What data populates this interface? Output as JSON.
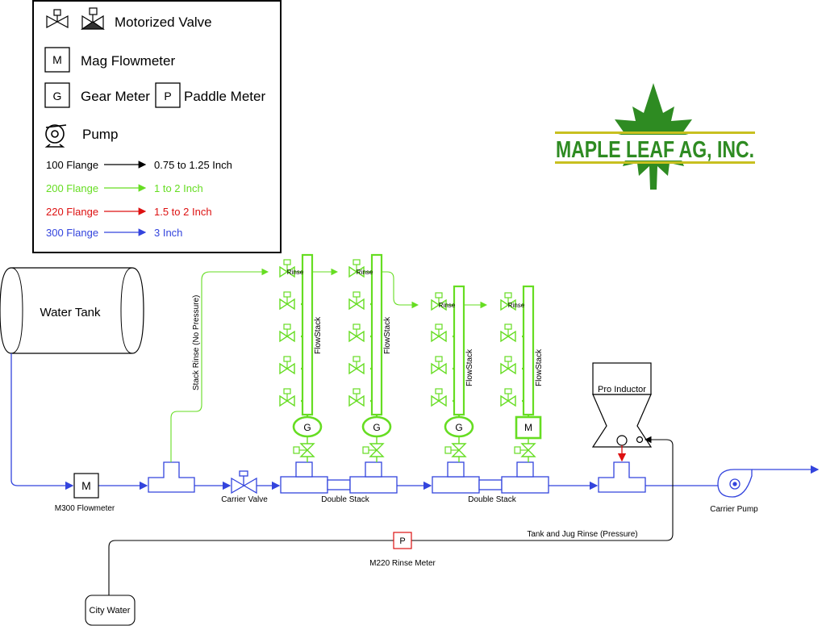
{
  "legend": {
    "motorized_valve": "Motorized Valve",
    "mag_symbol": "M",
    "mag_flowmeter": "Mag Flowmeter",
    "gear_symbol": "G",
    "gear_meter": "Gear Meter",
    "paddle_symbol": "P",
    "paddle_meter": "Paddle Meter",
    "pump": "Pump",
    "flanges": [
      {
        "name": "100 Flange",
        "size": "0.75 to 1.25 Inch",
        "color": "#000000"
      },
      {
        "name": "200 Flange",
        "size": "1 to 2 Inch",
        "color": "#66dd22"
      },
      {
        "name": "220 Flange",
        "size": "1.5 to 2 Inch",
        "color": "#dd1111"
      },
      {
        "name": "300 Flange",
        "size": "3 Inch",
        "color": "#3344dd"
      }
    ]
  },
  "logo": {
    "text": "MAPLE LEAF AG, INC.",
    "color": "#2e8b22",
    "band_color": "#c8c020"
  },
  "diagram": {
    "water_tank": "Water Tank",
    "m300_symbol": "M",
    "m300": "M300 Flowmeter",
    "stack_rinse": "Stack Rinse (No Pressure)",
    "carrier_valve": "Carrier Valve",
    "double_stack_1": "Double Stack",
    "double_stack_2": "Double Stack",
    "rinse_labels": [
      "Rinse",
      "Rinse",
      "Rinse",
      "Rinse"
    ],
    "flowstack_labels": [
      "FlowStack",
      "FlowStack",
      "FlowStack",
      "FlowStack"
    ],
    "meter_symbols": [
      "G",
      "G",
      "G",
      "M"
    ],
    "pro_inductor": "Pro Inductor",
    "carrier_pump": "Carrier Pump",
    "tank_jug_rinse": "Tank and Jug Rinse (Pressure)",
    "m220_symbol": "P",
    "m220": "M220 Rinse Meter",
    "city_water": "City Water"
  }
}
